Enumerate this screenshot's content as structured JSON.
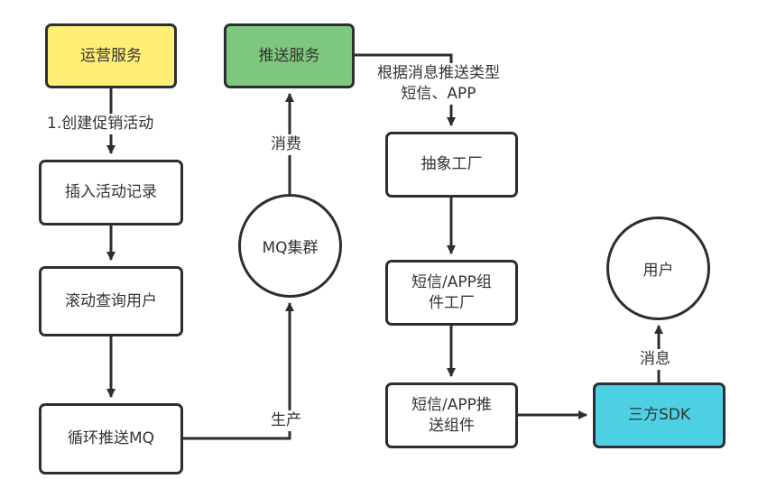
{
  "colors": {
    "ops_service": "#FFEF77",
    "push_service": "#7EC77E",
    "third_party_sdk": "#4DD0E1",
    "stroke": "#2B2F33",
    "text": "#333333"
  },
  "nodes": {
    "ops_service": "运营服务",
    "push_service": "推送服务",
    "insert_record": "插入活动记录",
    "scroll_query_users": "滚动查询用户",
    "loop_push_mq": "循环推送MQ",
    "mq_cluster": "MQ集群",
    "abstract_factory": "抽象工厂",
    "component_factory_line1": "短信/APP组",
    "component_factory_line2": "件工厂",
    "push_component_line1": "短信/APP推",
    "push_component_line2": "送组件",
    "third_party_sdk": "三方SDK",
    "user": "用户"
  },
  "edge_labels": {
    "create_promo": "1.创建促销活动",
    "consume": "消费",
    "produce": "生产",
    "by_type_line1": "根据消息推送类型",
    "by_type_line2": "短信、APP",
    "message": "消息"
  }
}
